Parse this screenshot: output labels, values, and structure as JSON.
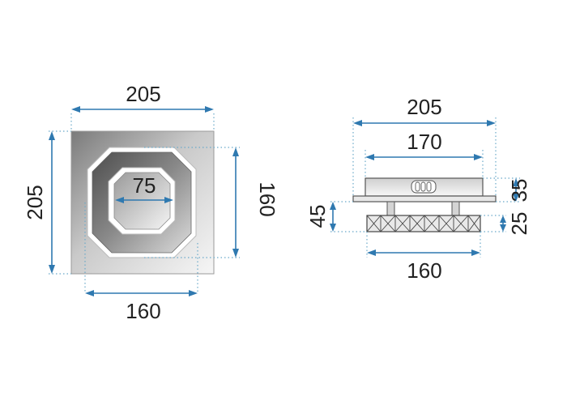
{
  "colors": {
    "dimension": "#2f79b0",
    "extension": "#6aa9c9",
    "text": "#222222",
    "body_dark": "#8d8d8d",
    "body_light": "#f2f2f2"
  },
  "top_view": {
    "overall_width": "205",
    "overall_height": "205",
    "ring_width": "160",
    "ring_height": "160",
    "inner_width": "75"
  },
  "side_view": {
    "overall_width": "205",
    "top_width": "170",
    "crystal_width": "160",
    "total_height": "45",
    "top_height": "35",
    "crystal_height": "25"
  }
}
